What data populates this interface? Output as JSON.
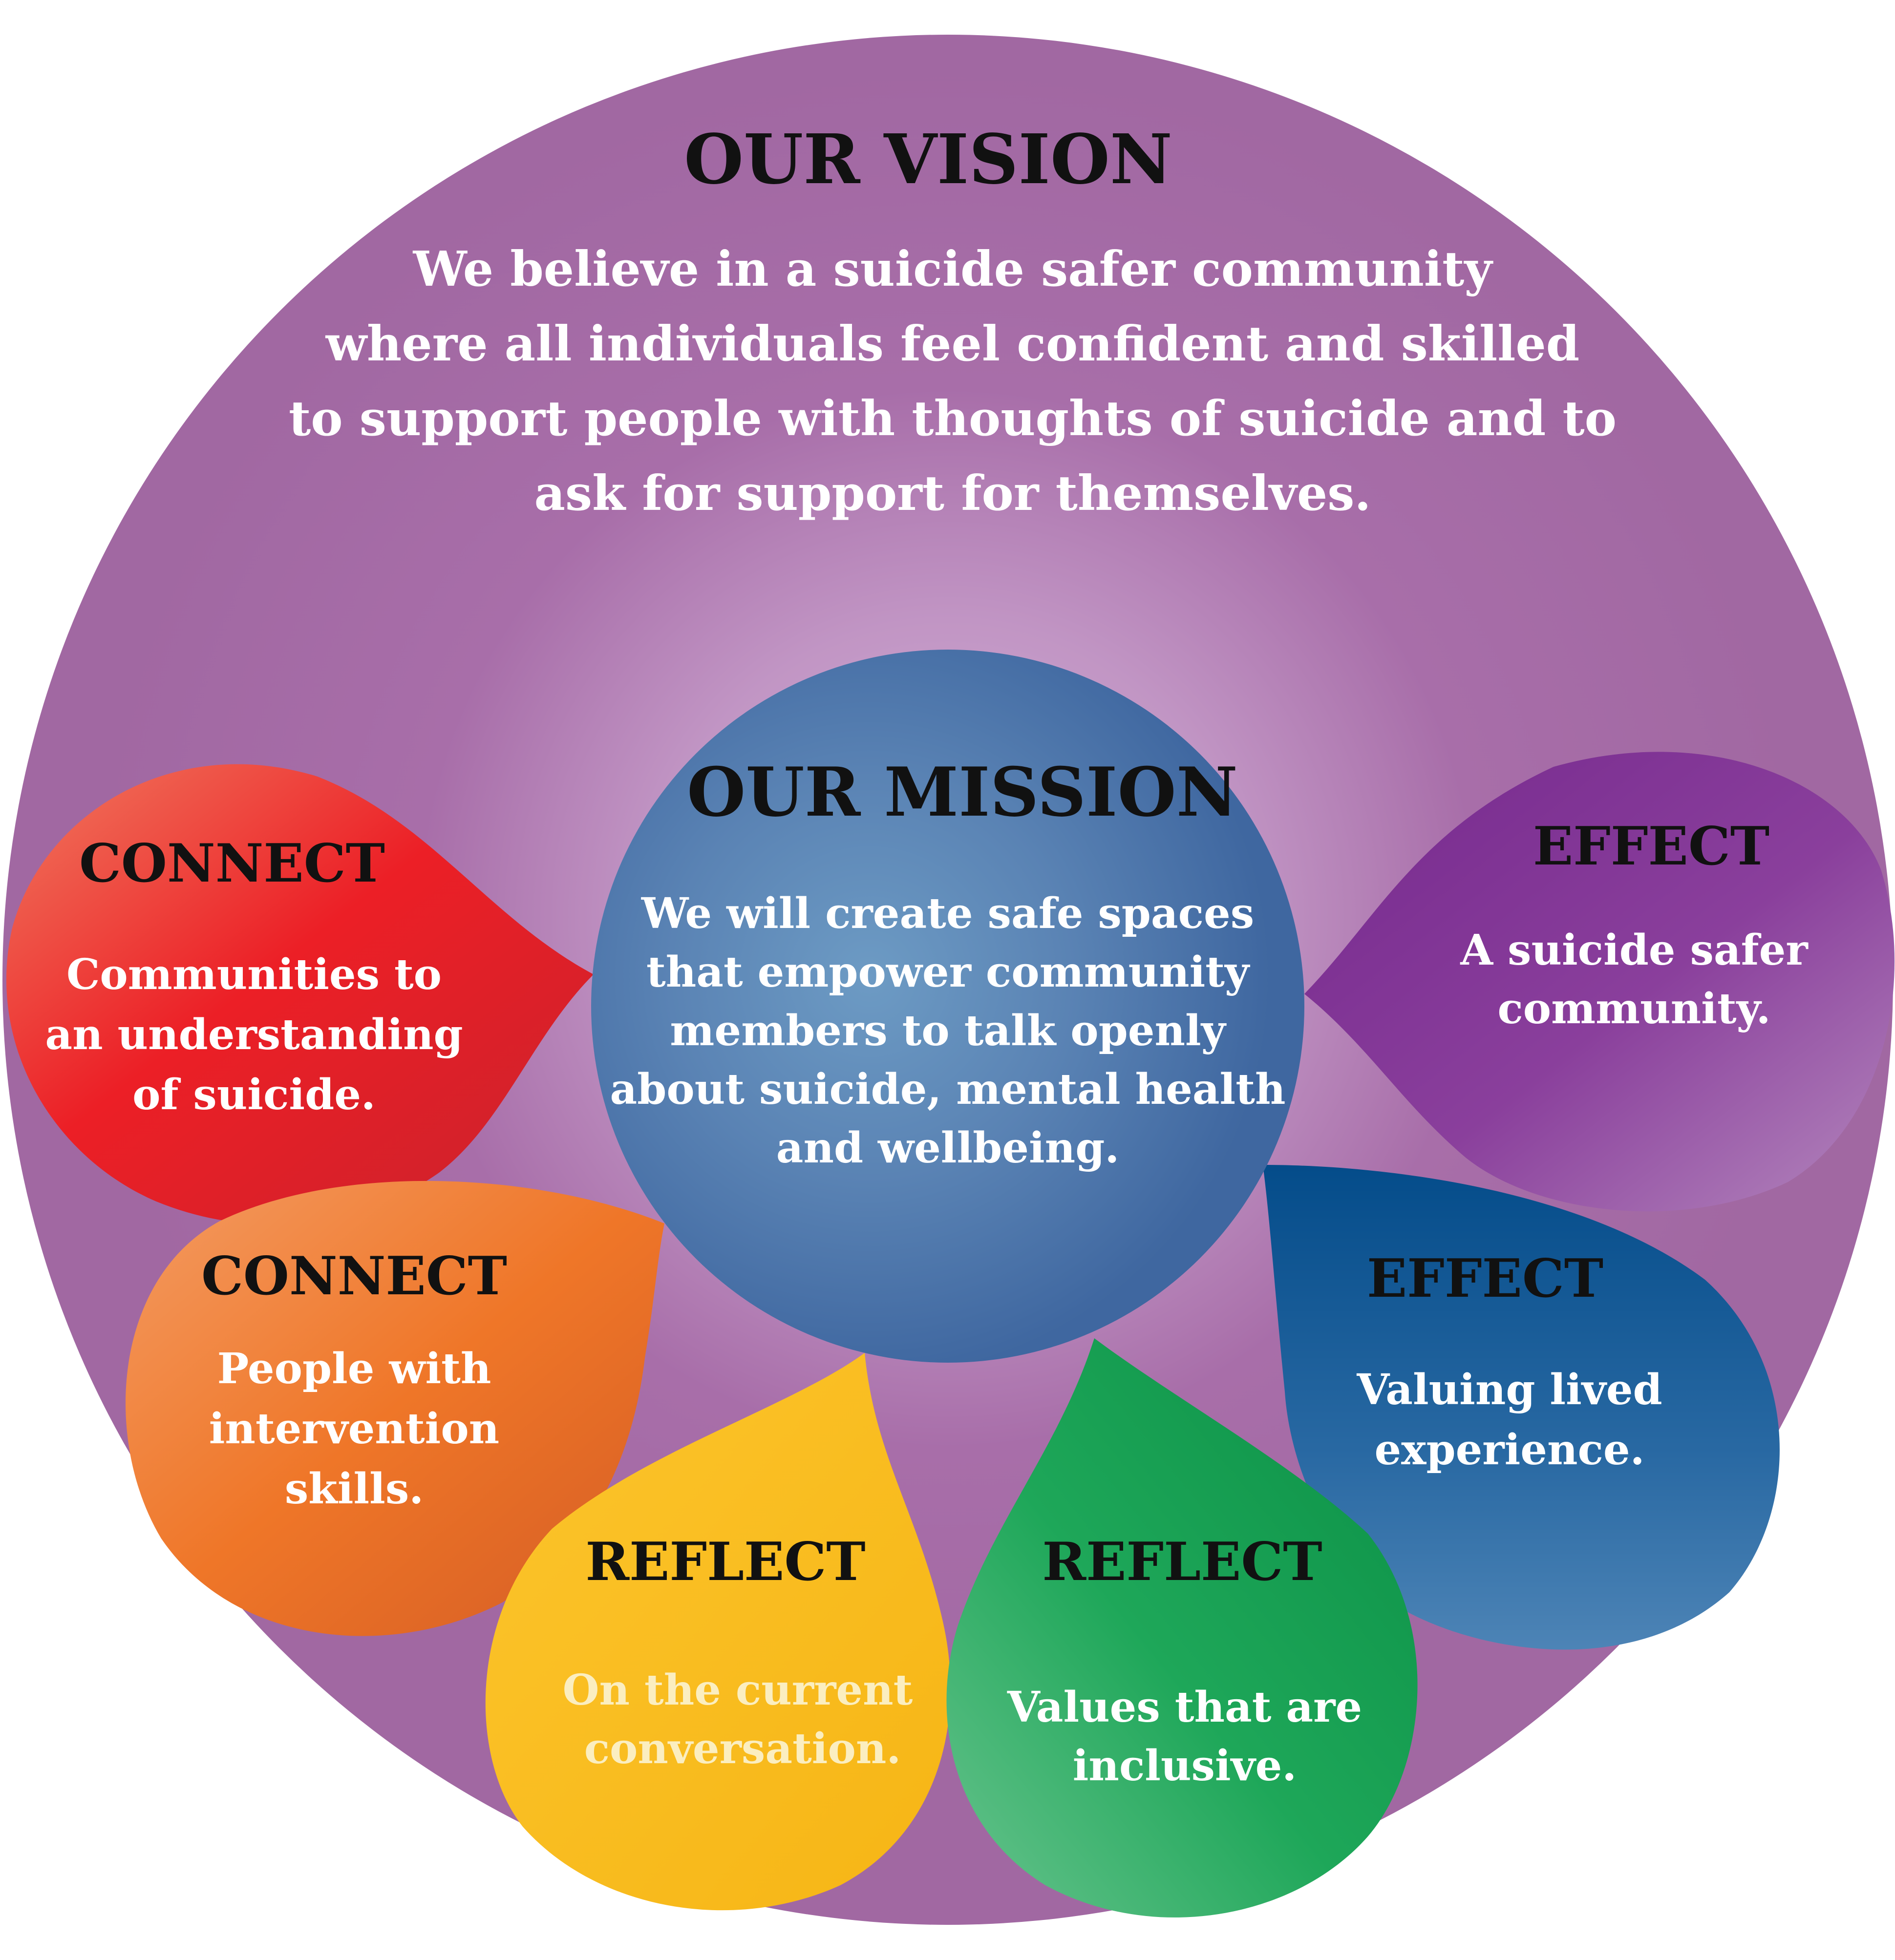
{
  "colors": {
    "outer_circle": "#a369a4",
    "center_glow": "#d4b0d6",
    "mission_circle": "#4872a6",
    "connect_1": "#e3262b",
    "connect_2": "#ea6c24",
    "reflect_1": "#fbbb17",
    "reflect_2": "#149e53",
    "effect_2": "#1e5f98",
    "effect_1": "#803494"
  },
  "vision": {
    "title": "OUR VISION",
    "lines": [
      "We believe in a suicide safer community",
      "where all individuals feel confident and skilled",
      "to support people with thoughts of suicide and to",
      "ask for support for themselves."
    ]
  },
  "mission": {
    "title": "OUR MISSION",
    "lines": [
      "We will create safe spaces",
      "that empower community",
      "members to talk openly",
      "about suicide, mental health",
      "and wellbeing."
    ]
  },
  "petals": [
    {
      "id": "connect-communities",
      "title": "CONNECT",
      "lines": [
        "Communities to",
        "an understanding",
        "of suicide."
      ]
    },
    {
      "id": "connect-people",
      "title": "CONNECT",
      "lines": [
        "People with",
        "intervention",
        "skills."
      ]
    },
    {
      "id": "reflect-conversation",
      "title": "REFLECT",
      "lines": [
        "On the current",
        "conversation."
      ]
    },
    {
      "id": "reflect-values",
      "title": "REFLECT",
      "lines": [
        "Values that are",
        "inclusive."
      ]
    },
    {
      "id": "effect-lived-experience",
      "title": "EFFECT",
      "lines": [
        "Valuing lived",
        "experience."
      ]
    },
    {
      "id": "effect-safer-community",
      "title": "EFFECT",
      "lines": [
        "A suicide safer",
        "community."
      ]
    }
  ]
}
